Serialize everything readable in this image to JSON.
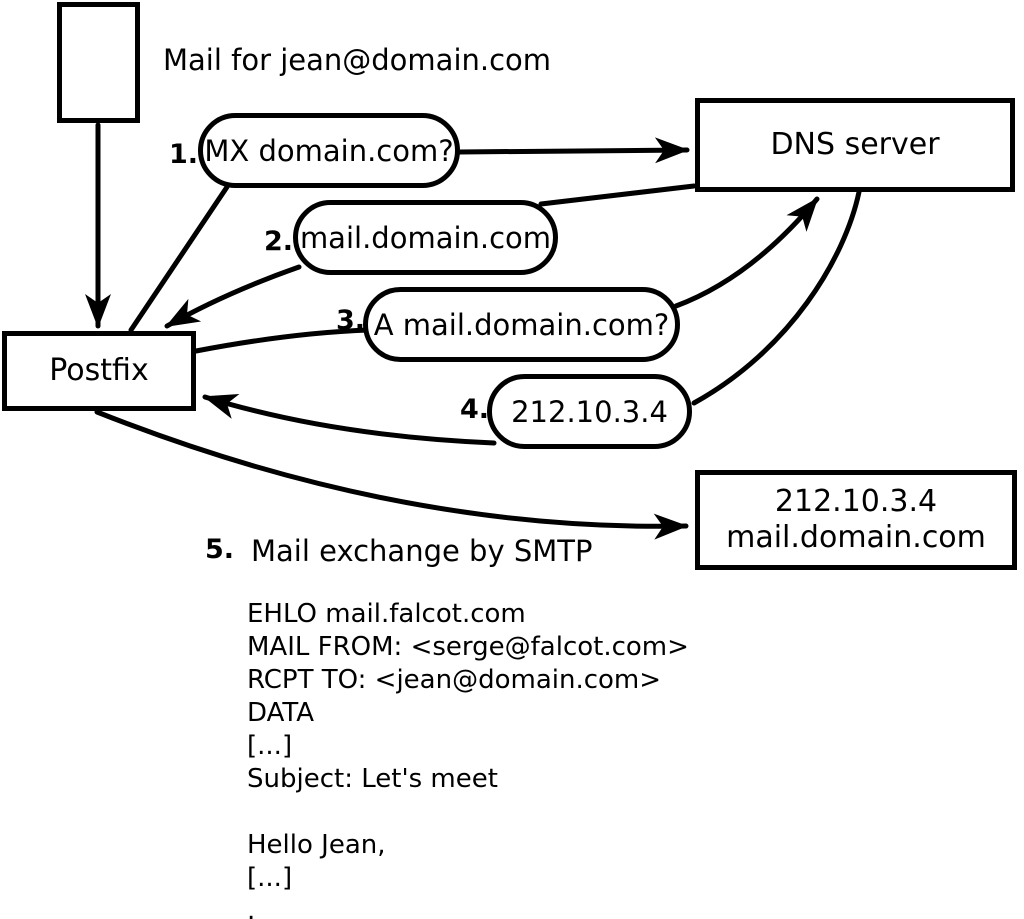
{
  "diagram": {
    "title": "Mail for jean@domain.com",
    "nodes": {
      "postfix": {
        "label": "Postfix"
      },
      "dns": {
        "label": "DNS server"
      },
      "mail_server": {
        "ip": "212.10.3.4",
        "hostname": "mail.domain.com"
      }
    },
    "steps": [
      {
        "num": "1.",
        "label": "MX domain.com?"
      },
      {
        "num": "2.",
        "label": "mail.domain.com"
      },
      {
        "num": "3.",
        "label": "A mail.domain.com?"
      },
      {
        "num": "4.",
        "label": "212.10.3.4"
      },
      {
        "num": "5.",
        "label": "Mail exchange by SMTP"
      }
    ],
    "smtp_session": [
      "EHLO mail.falcot.com",
      "MAIL FROM: <serge@falcot.com>",
      "RCPT TO: <jean@domain.com>",
      "DATA",
      "[...]",
      "Subject: Let's meet",
      "",
      "Hello Jean,",
      "[...]",
      "."
    ],
    "colors": {
      "stroke": "#000000",
      "background": "#ffffff"
    }
  }
}
